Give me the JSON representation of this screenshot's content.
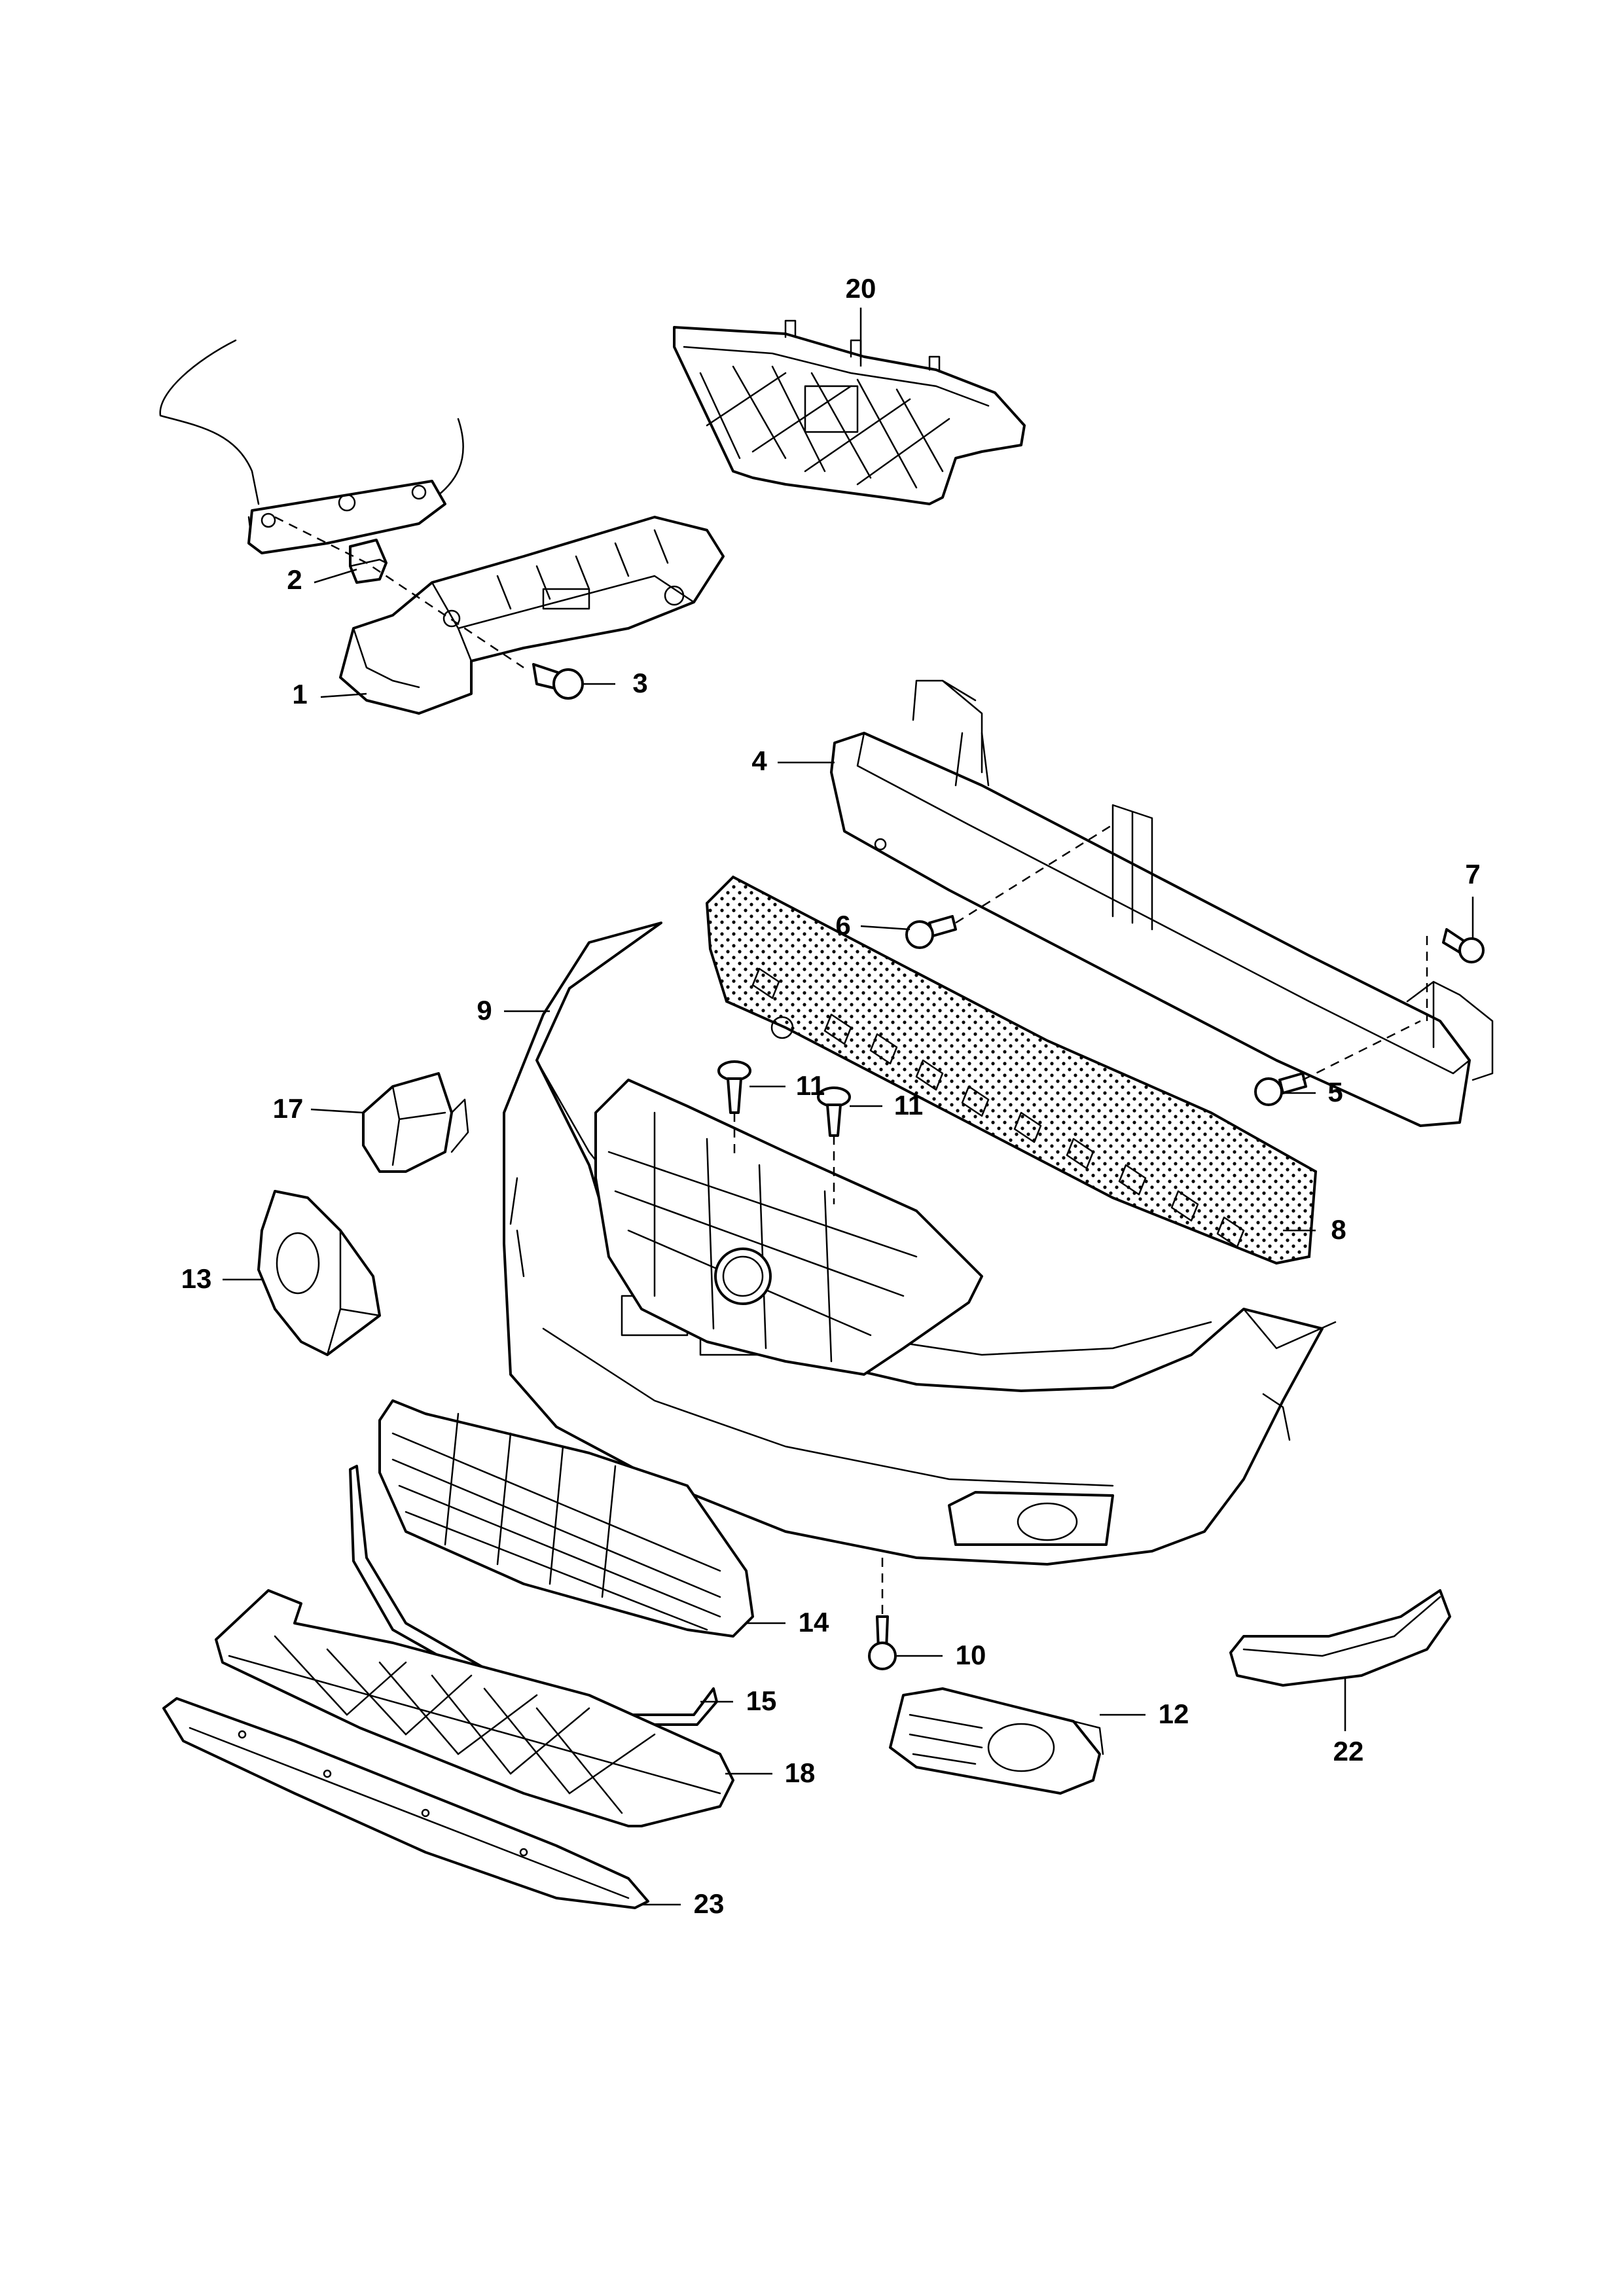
{
  "callouts": {
    "c1": "1",
    "c2": "2",
    "c3": "3",
    "c4": "4",
    "c5": "5",
    "c6": "6",
    "c7": "7",
    "c8": "8",
    "c9": "9",
    "c10": "10",
    "c11a": "11",
    "c11b": "11",
    "c12": "12",
    "c13": "13",
    "c14": "14",
    "c15": "15",
    "c17": "17",
    "c18": "18",
    "c20": "20",
    "c22": "22",
    "c23": "23"
  },
  "colors": {
    "line": "#000000",
    "background": "#ffffff",
    "foam_dots": "#000000"
  }
}
